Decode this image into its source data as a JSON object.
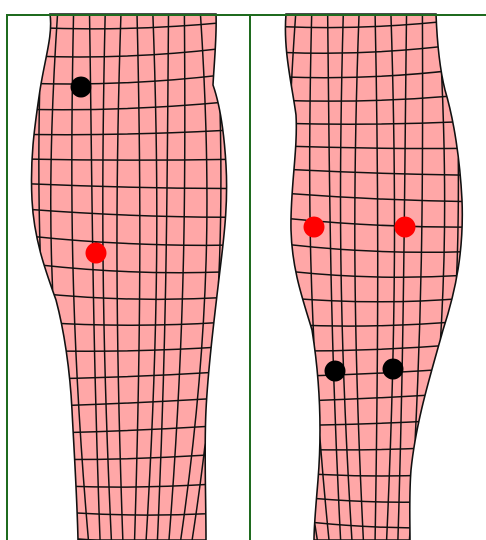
{
  "colors": {
    "skin": "#ffa7a7",
    "mesh_line": "#111111",
    "frame_border": "#1f6b1f",
    "marker_red": "#ff0000",
    "marker_black": "#000000",
    "background": "#ffffff"
  },
  "panels": [
    {
      "view": "front-of-lower-leg",
      "markers": [
        {
          "color": "black"
        },
        {
          "color": "red"
        }
      ]
    },
    {
      "view": "back-of-lower-leg",
      "markers": [
        {
          "color": "red"
        },
        {
          "color": "red"
        },
        {
          "color": "black"
        },
        {
          "color": "black"
        }
      ]
    }
  ]
}
